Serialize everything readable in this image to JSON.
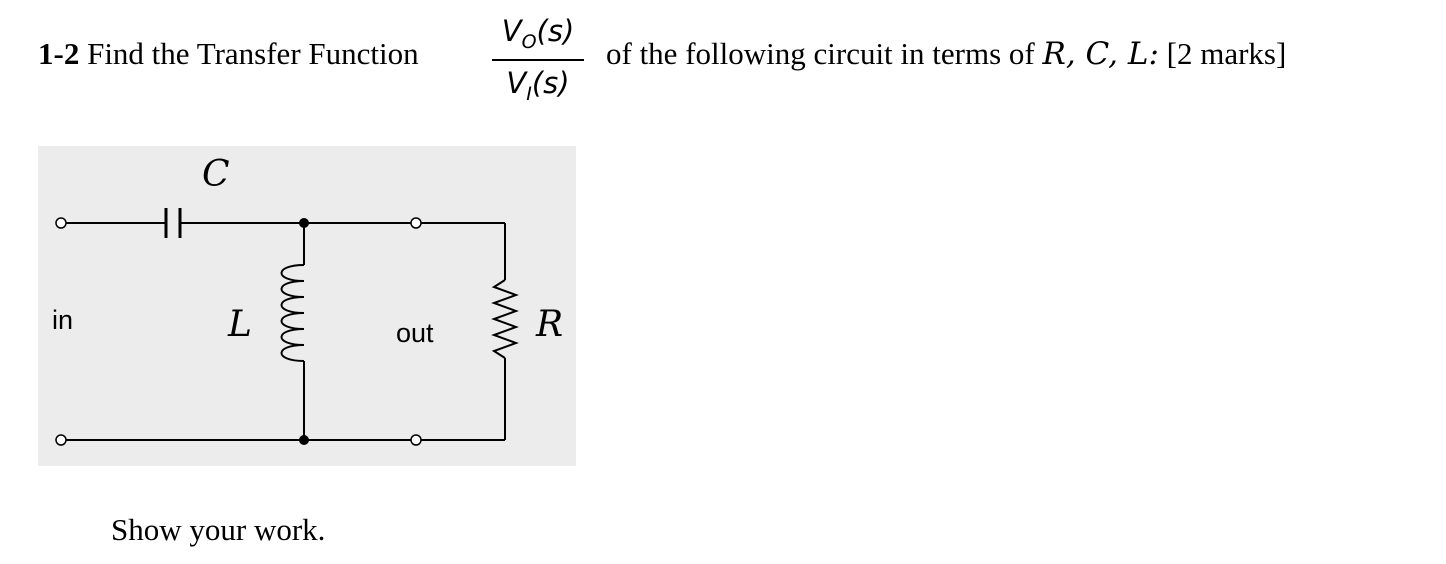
{
  "question": {
    "number": "1-2",
    "text_before": "Find the Transfer Function",
    "numerator": {
      "v": "V",
      "sub": "O",
      "arg": "(s)"
    },
    "denominator": {
      "v": "V",
      "sub": "I",
      "arg": "(s)"
    },
    "text_after": "of the following circuit in terms of",
    "variables": "R, C, L:",
    "marks": "[2 marks]"
  },
  "circuit": {
    "label_C": "C",
    "label_L": "L",
    "label_R": "R",
    "label_in": "in",
    "label_out": "out"
  },
  "footer": {
    "instruction": "Show your work."
  }
}
